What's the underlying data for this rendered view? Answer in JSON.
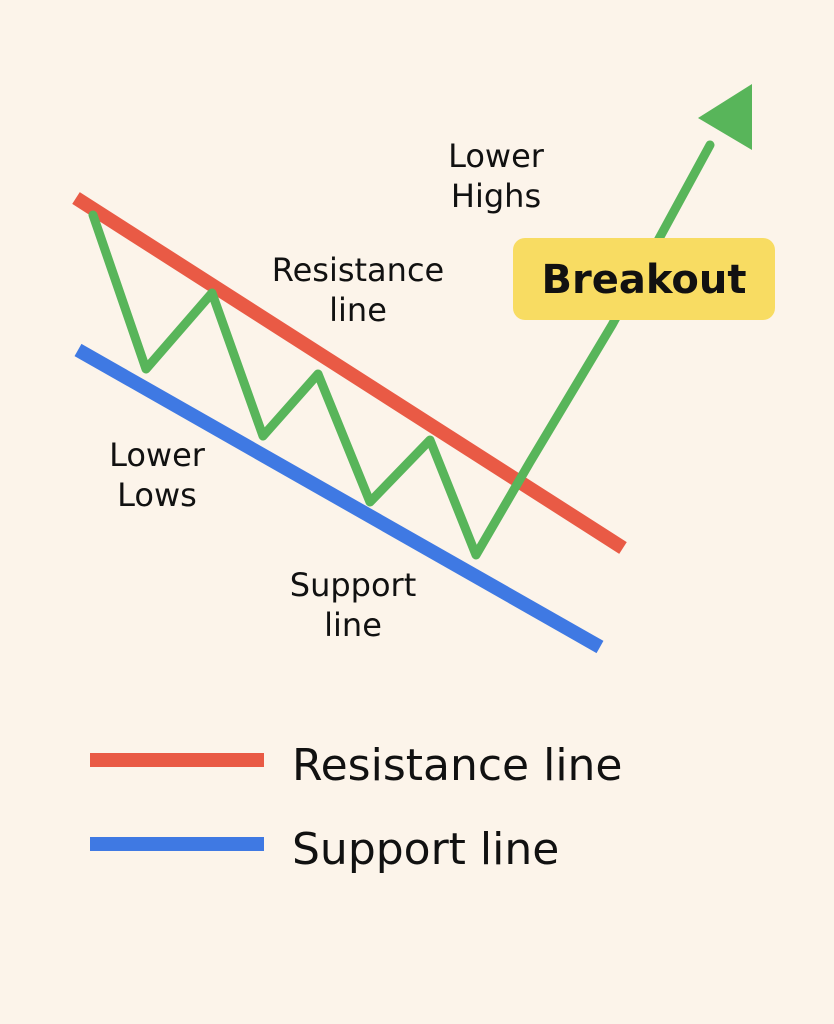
{
  "colors": {
    "background": "#fcf4ea",
    "resistance": "#e95a45",
    "support": "#3f79e3",
    "price": "#58b55a",
    "breakout_badge": "#f8dc62",
    "text": "#111111"
  },
  "labels": {
    "lower_highs": [
      "Lower",
      "Highs"
    ],
    "resistance_line": [
      "Resistance",
      "line"
    ],
    "lower_lows": [
      "Lower",
      "Lows"
    ],
    "support_line": [
      "Support",
      "line"
    ],
    "breakout": "Breakout"
  },
  "legend": {
    "items": [
      {
        "name": "Resistance line",
        "color_key": "resistance"
      },
      {
        "name": "Support line",
        "color_key": "support"
      }
    ]
  },
  "icons": {
    "breakout_arrow": "arrow-up-right-icon"
  }
}
